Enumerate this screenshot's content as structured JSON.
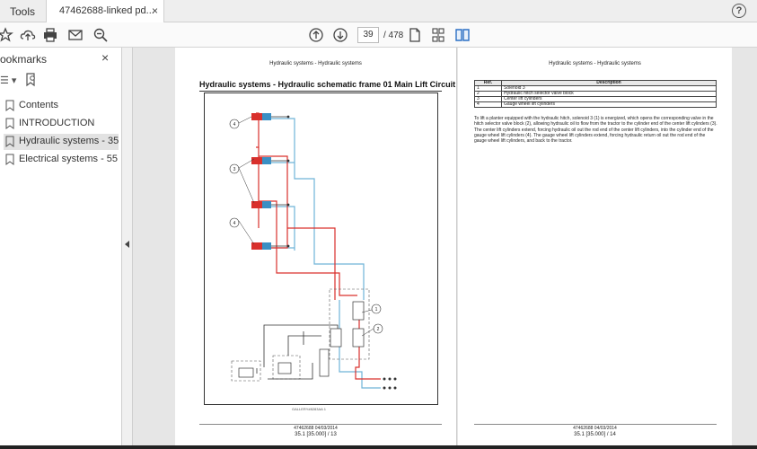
{
  "tabbar": {
    "tools_label": "Tools",
    "doc_tab_name": "47462688-linked pd...",
    "close_glyph": "×",
    "help_glyph": "?"
  },
  "toolbar": {
    "current_page": "39",
    "page_total": "/ 478",
    "icons": [
      "star-icon",
      "cloud-upload-icon",
      "print-icon",
      "email-icon",
      "zoom-out-icon",
      "page-up-icon",
      "page-down-icon",
      "single-page-icon",
      "scroll-mode-icon",
      "two-page-icon"
    ]
  },
  "sidebar": {
    "title": "ookmarks",
    "close_glyph": "×",
    "options_glyph": "☰ ▾",
    "items": [
      {
        "label": "Contents"
      },
      {
        "label": "INTRODUCTION"
      },
      {
        "label": "Hydraulic systems - 35"
      },
      {
        "label": "Electrical systems - 55"
      }
    ]
  },
  "left_page": {
    "running_head": "Hydraulic systems - Hydraulic systems",
    "title": "Hydraulic systems - Hydraulic schematic frame 01 Main Lift Circuit",
    "schematic_id": "GALLERY#8283AA   1",
    "callouts": [
      "4",
      "3",
      "4",
      "1",
      "2"
    ],
    "footer_code": "47462688 04/03/2014",
    "footer_page": "35.1 [35.000] / 13"
  },
  "right_page": {
    "running_head": "Hydraulic systems - Hydraulic systems",
    "table_headers": [
      "Ref.",
      "Description"
    ],
    "table_rows": [
      [
        "1",
        "Solenoid 3"
      ],
      [
        "2",
        "Hydraulic hitch selector valve block"
      ],
      [
        "3",
        "Center lift cylinders"
      ],
      [
        "4",
        "Gauge wheel lift cylinders"
      ]
    ],
    "paragraph": "To lift a planter equipped with the hydraulic hitch, solenoid 3 (1) is energized, which opens the corresponding valve in the hitch selector valve block (2), allowing hydraulic oil to flow from the tractor to the cylinder end of the center lift cylinders (3). The center lift cylinders extend, forcing hydraulic oil out the rod end of the center lift cylinders, into the cylinder end of the gauge wheel lift cylinders (4). The gauge wheel lift cylinders extend, forcing hydraulic return oil out the rod end of the gauge wheel lift cylinders, and back to the tractor.",
    "footer_code": "47462688 04/03/2014",
    "footer_page": "35.1 [35.000] / 14"
  },
  "colors": {
    "pressure_line": "#d9302c",
    "return_line": "#6fb3d8",
    "cylinder_barrel": "#d9302c",
    "cylinder_rod": "#3a8fc4"
  }
}
